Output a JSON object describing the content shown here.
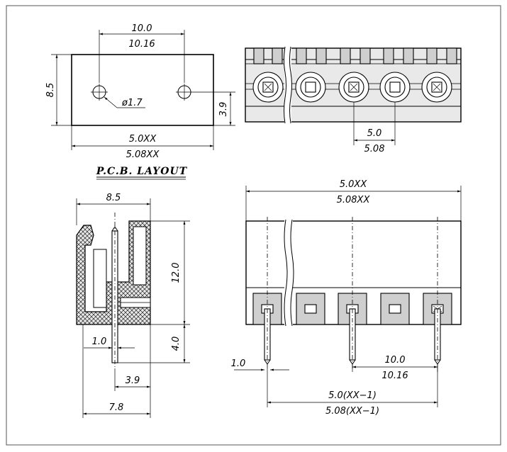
{
  "pcb_layout": {
    "title": "P.C.B. LAYOUT",
    "width_top": "10.0",
    "width_bottom": "10.16",
    "height": "8.5",
    "hole_dia": "ø1.7",
    "hole_offset": "3.9",
    "total_top": "5.0XX",
    "total_bottom": "5.08XX"
  },
  "top_view": {
    "pitch_top": "5.0",
    "pitch_bottom": "5.08"
  },
  "side_view": {
    "depth": "8.5",
    "height": "12.0",
    "pin_length": "4.0",
    "pin_width": "1.0",
    "pin_offset": "3.9",
    "base_depth": "7.8"
  },
  "front_view": {
    "total_top": "5.0XX",
    "total_bottom": "5.08XX",
    "pin_width": "1.0",
    "pitch2_top": "10.0",
    "pitch2_bottom": "10.16",
    "span_top": "5.0(XX−1)",
    "span_bottom": "5.08(XX−1)"
  }
}
